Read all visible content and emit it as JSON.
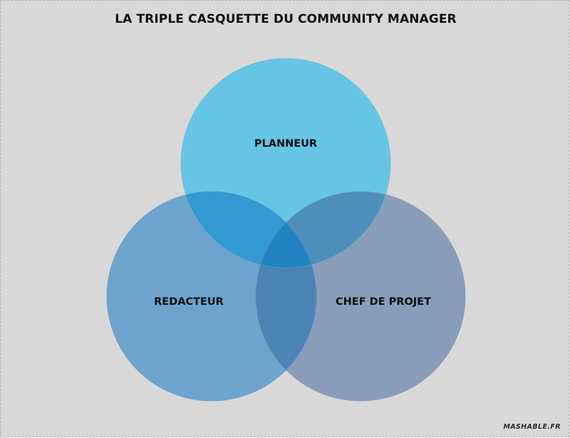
{
  "title": "LA TRIPLE CASQUETTE DU COMMUNITY MANAGER",
  "circles": {
    "top": {
      "label": "PLANNEUR",
      "color": "#5cc3e6"
    },
    "left": {
      "label": "REDACTEUR",
      "color": "#5c9ccc"
    },
    "right": {
      "label": "CHEF DE PROJET",
      "color": "#7b93b5"
    }
  },
  "watermark": "MASHABLE.FR"
}
